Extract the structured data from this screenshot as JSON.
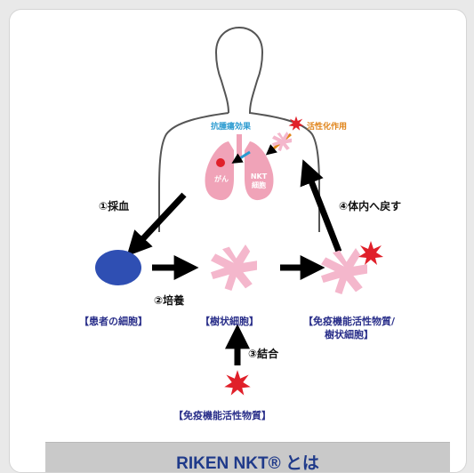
{
  "steps": {
    "blood_draw": "①採血",
    "culture": "②培養",
    "bind": "③結合",
    "return": "④体内へ戻す"
  },
  "effects": {
    "antitumor": "抗腫瘍効果",
    "activation": "活性化作用"
  },
  "organs": {
    "cancer": "がん",
    "nkt_line1": "NKT",
    "nkt_line2": "細胞"
  },
  "labels": {
    "patient_cells": "【患者の細胞】",
    "dendritic_cells": "【樹状細胞】",
    "activator_dendritic_line1": "【免疫機能活性物質/",
    "activator_dendritic_line2": "樹状細胞】",
    "activator": "【免疫機能活性物質】"
  },
  "footer": {
    "title": "RIKEN NKT® とは"
  },
  "colors": {
    "blue_cell": "#2f4fb3",
    "pink_cell": "#f4b7cc",
    "red_star": "#e0202a",
    "lung": "#f0a3b8",
    "arrow": "#000000",
    "cyan_text": "#2a9ad0",
    "orange_text": "#e0841a",
    "bracket_text": "#2a2f8a"
  }
}
